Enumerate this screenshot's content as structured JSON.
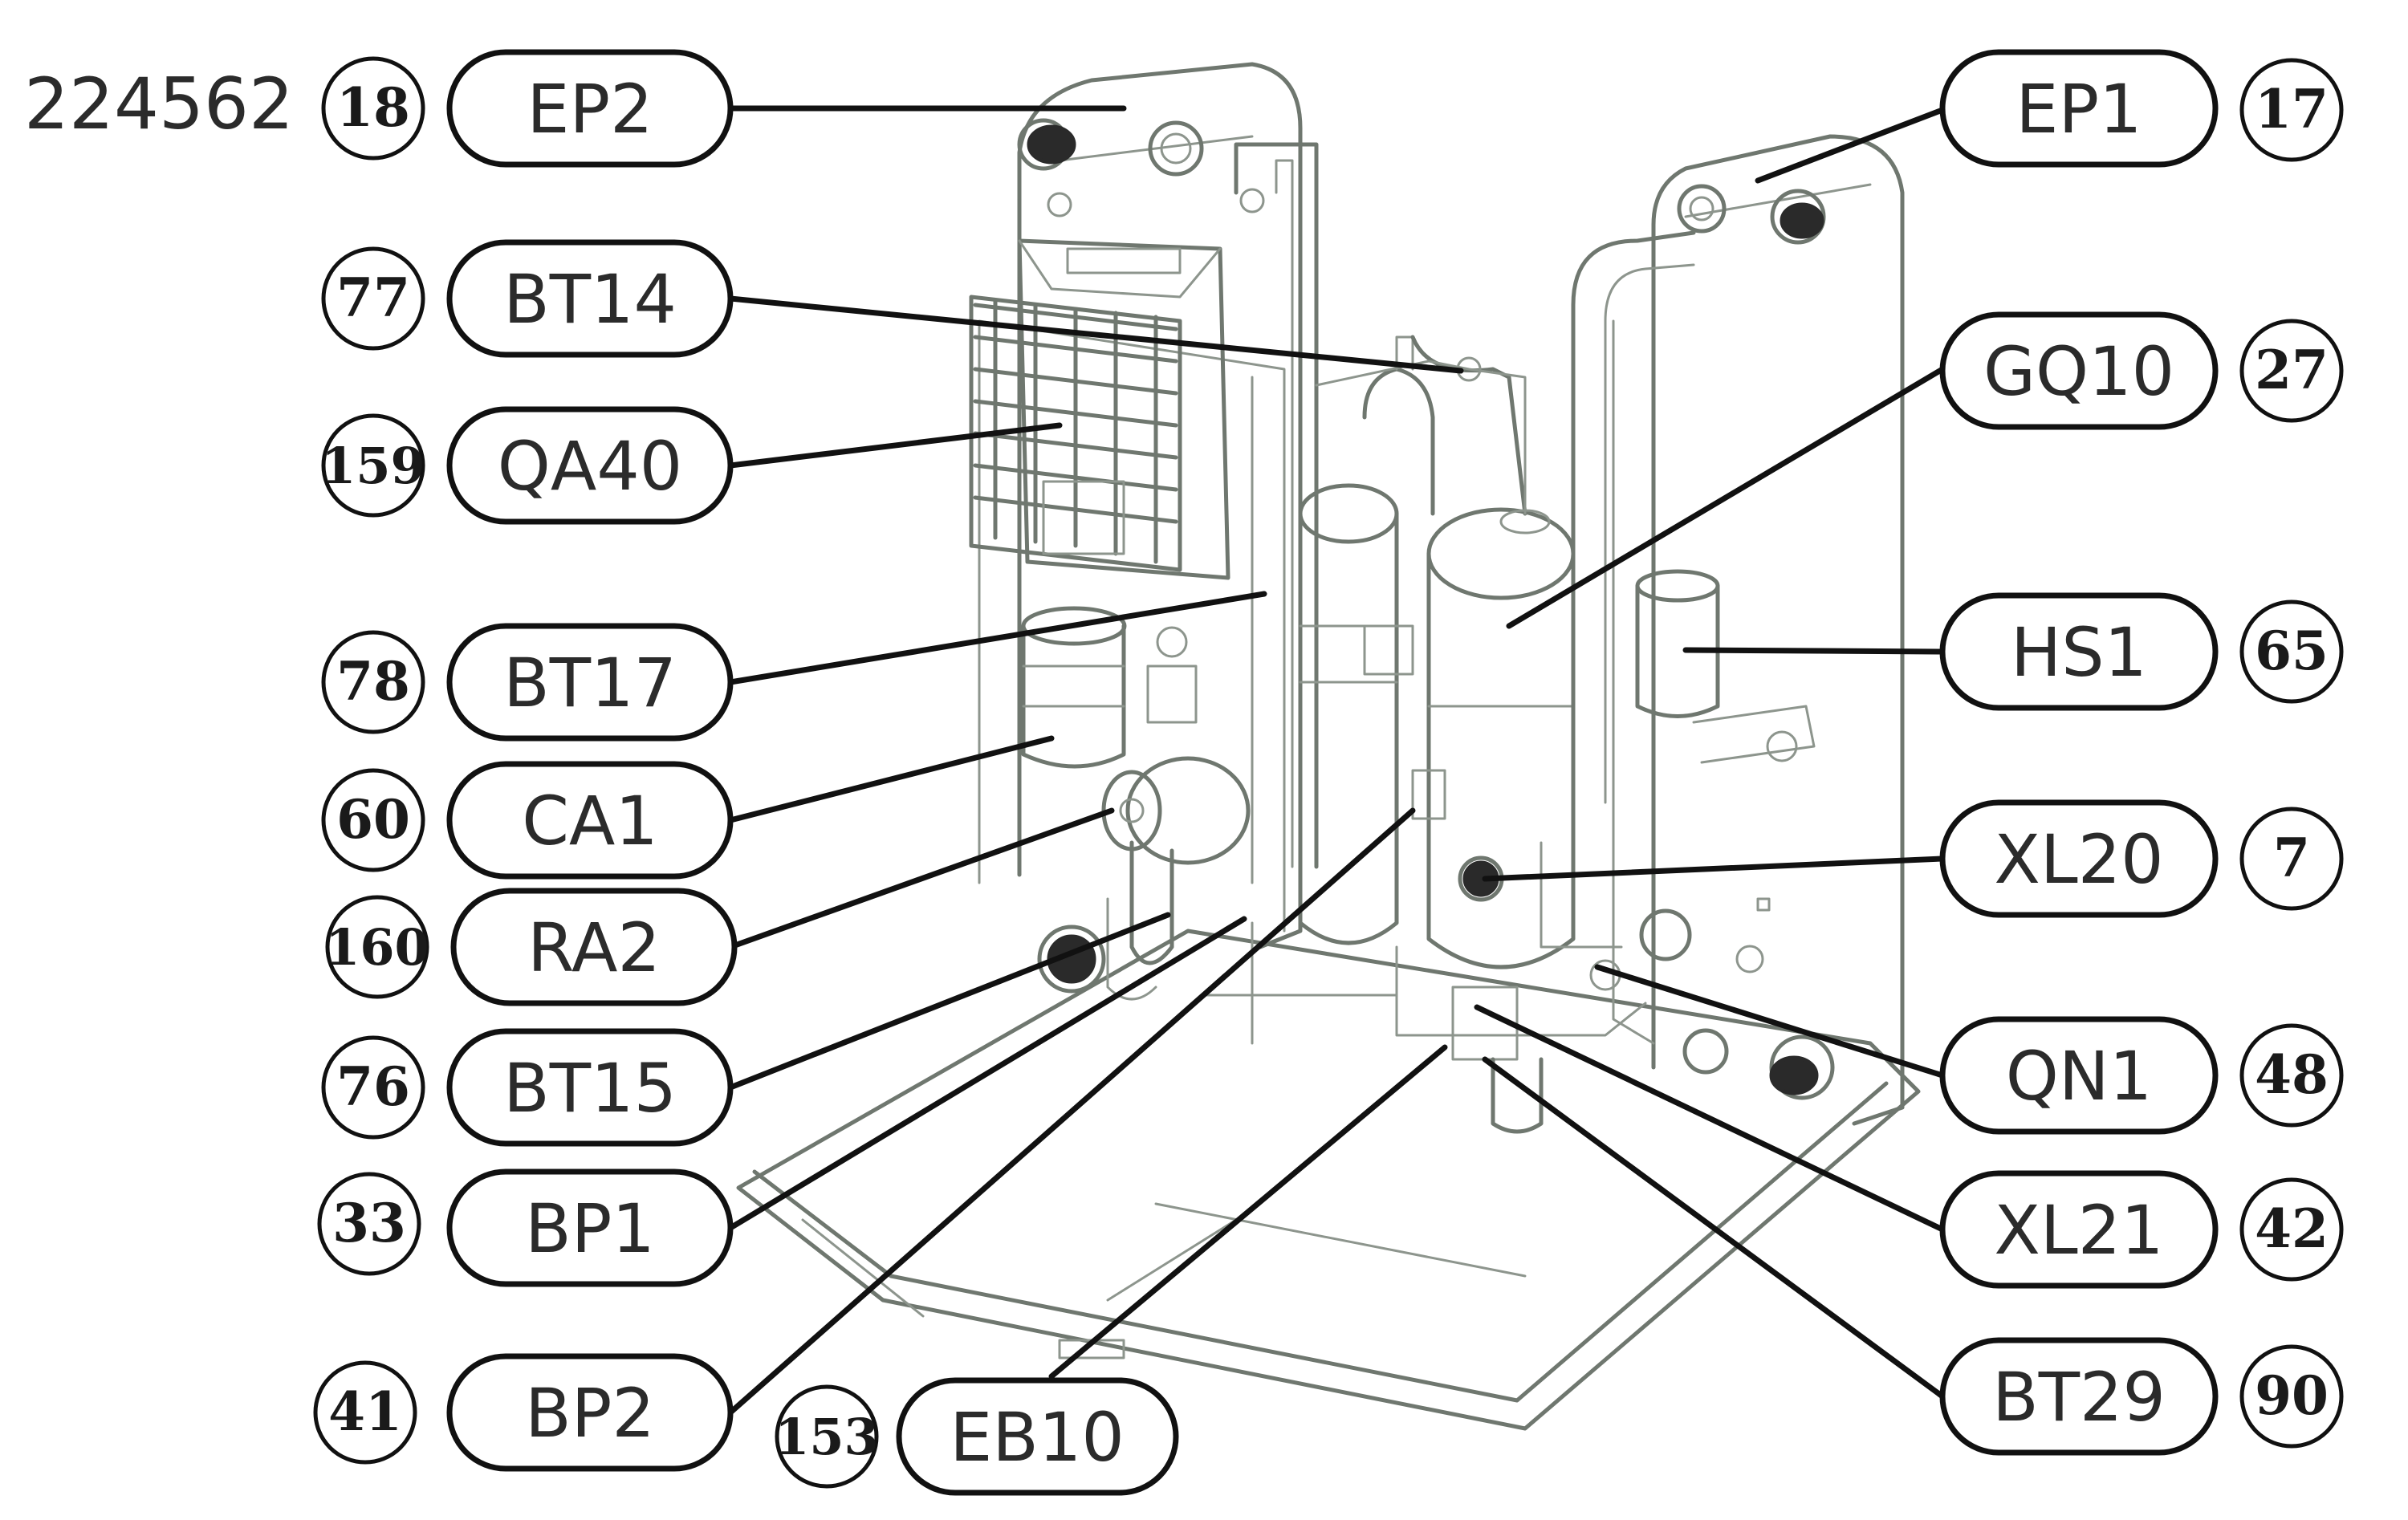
{
  "figure_id": "224562",
  "components": [
    {
      "label": "EP2",
      "number": "18"
    },
    {
      "label": "BT14",
      "number": "77"
    },
    {
      "label": "QA40",
      "number": "159"
    },
    {
      "label": "BT17",
      "number": "78"
    },
    {
      "label": "CA1",
      "number": "60"
    },
    {
      "label": "RA2",
      "number": "160"
    },
    {
      "label": "BT15",
      "number": "76"
    },
    {
      "label": "BP1",
      "number": "33"
    },
    {
      "label": "BP2",
      "number": "41"
    },
    {
      "label": "EB10",
      "number": "153"
    },
    {
      "label": "EP1",
      "number": "17"
    },
    {
      "label": "GQ10",
      "number": "27"
    },
    {
      "label": "HS1",
      "number": "65"
    },
    {
      "label": "XL20",
      "number": "7"
    },
    {
      "label": "QN1",
      "number": "48"
    },
    {
      "label": "XL21",
      "number": "42"
    },
    {
      "label": "BT29",
      "number": "90"
    }
  ]
}
